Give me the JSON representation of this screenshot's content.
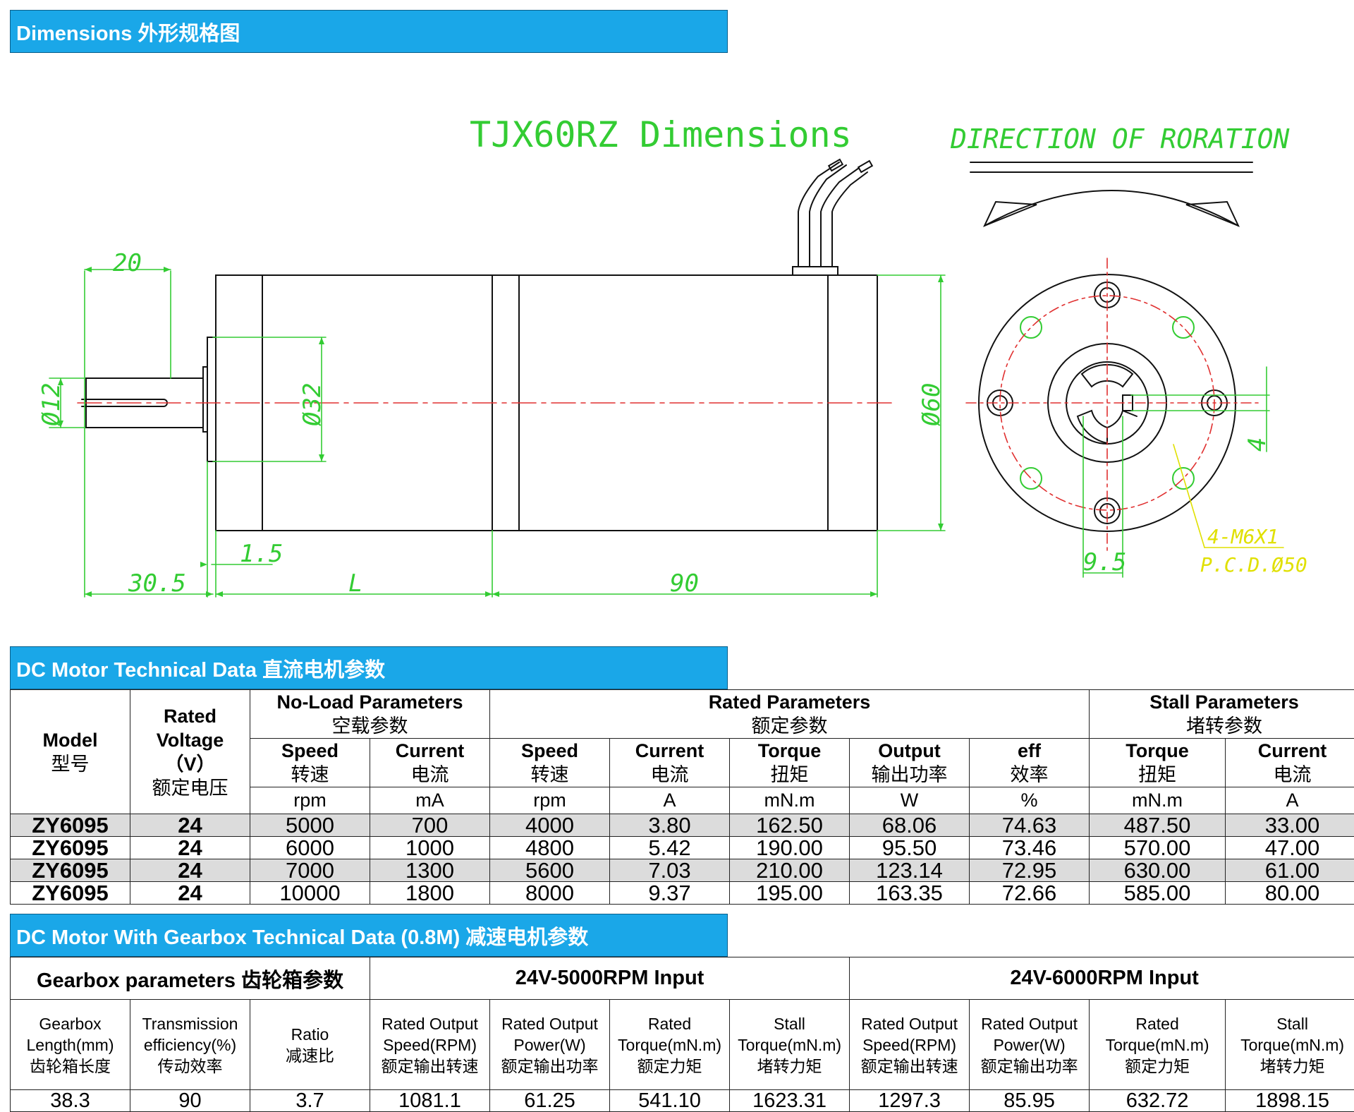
{
  "section1": {
    "title": "Dimensions 外形规格图"
  },
  "drawing": {
    "title": "TJX60RZ Dimensions",
    "direction_label": "DIRECTION OF RORATION",
    "dims": {
      "d20": "20",
      "d12": "Ø12",
      "d32": "Ø32",
      "d60": "Ø60",
      "d1_5": "1.5",
      "d30_5": "30.5",
      "dL": "L",
      "d90": "90",
      "d4": "4",
      "d9_5": "9.5",
      "screws": "4-M6X1",
      "pcd": "P.C.D.Ø50"
    },
    "colors": {
      "dim": "#33cc33",
      "center": "#e03030",
      "note": "#e0e000",
      "line": "#111111"
    }
  },
  "section2": {
    "title": "DC Motor Technical Data 直流电机参数"
  },
  "motor_table": {
    "headers": {
      "model": "Model",
      "model_cn": "型号",
      "voltage_1": "Rated",
      "voltage_2": "Voltage",
      "voltage_3": "（V）",
      "voltage_cn": "额定电压",
      "noload": "No-Load Parameters",
      "noload_cn": "空载参数",
      "rated": "Rated Parameters",
      "rated_cn": "额定参数",
      "stall": "Stall Parameters",
      "stall_cn": "堵转参数",
      "speed": "Speed",
      "speed_cn": "转速",
      "current": "Current",
      "current_cn": "电流",
      "torque": "Torque",
      "torque_cn": "扭矩",
      "output": "Output",
      "output_cn": "输出功率",
      "eff": "eff",
      "eff_cn": "效率"
    },
    "units": [
      "rpm",
      "mA",
      "rpm",
      "A",
      "mN.m",
      "W",
      "%",
      "mN.m",
      "A"
    ],
    "rows": [
      [
        "ZY6095",
        "24",
        "5000",
        "700",
        "4000",
        "3.80",
        "162.50",
        "68.06",
        "74.63",
        "487.50",
        "33.00"
      ],
      [
        "ZY6095",
        "24",
        "6000",
        "1000",
        "4800",
        "5.42",
        "190.00",
        "95.50",
        "73.46",
        "570.00",
        "47.00"
      ],
      [
        "ZY6095",
        "24",
        "7000",
        "1300",
        "5600",
        "7.03",
        "210.00",
        "123.14",
        "72.95",
        "630.00",
        "61.00"
      ],
      [
        "ZY6095",
        "24",
        "10000",
        "1800",
        "8000",
        "9.37",
        "195.00",
        "163.35",
        "72.66",
        "585.00",
        "80.00"
      ]
    ]
  },
  "section3": {
    "title": "DC Motor With Gearbox Technical Data (0.8M) 减速电机参数"
  },
  "gear_table": {
    "headers": {
      "gearbox": "Gearbox parameters 齿轮箱参数",
      "input1": "24V-5000RPM Input",
      "input2": "24V-6000RPM Input"
    },
    "columns": [
      [
        "Gearbox",
        "Length(mm)",
        "齿轮箱长度"
      ],
      [
        "Transmission",
        "efficiency(%)",
        "传动效率"
      ],
      [
        "Ratio",
        "减速比",
        ""
      ],
      [
        "Rated Output",
        "Speed(RPM)",
        "额定输出转速"
      ],
      [
        "Rated Output",
        "Power(W)",
        "额定输出功率"
      ],
      [
        "Rated",
        "Torque(mN.m)",
        "额定力矩"
      ],
      [
        "Stall",
        "Torque(mN.m)",
        "堵转力矩"
      ],
      [
        "Rated Output",
        "Speed(RPM)",
        "额定输出转速"
      ],
      [
        "Rated Output",
        "Power(W)",
        "额定输出功率"
      ],
      [
        "Rated",
        "Torque(mN.m)",
        "额定力矩"
      ],
      [
        "Stall",
        "Torque(mN.m)",
        "堵转力矩"
      ]
    ],
    "rows": [
      [
        "38.3",
        "90",
        "3.7",
        "1081.1",
        "61.25",
        "541.10",
        "1623.31",
        "1297.3",
        "85.95",
        "632.72",
        "1898.15"
      ]
    ]
  }
}
